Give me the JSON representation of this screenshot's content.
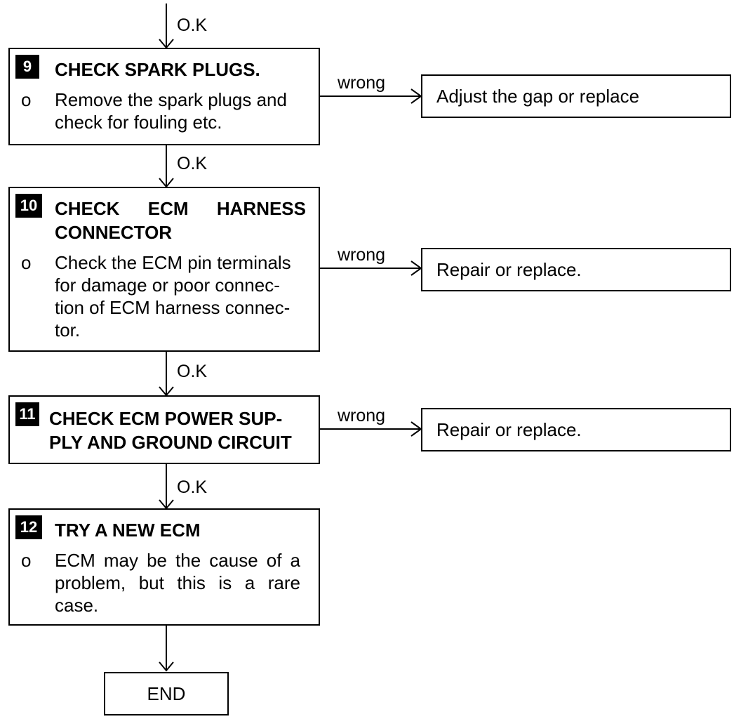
{
  "labels": {
    "ok": "O.K",
    "wrong": "wrong"
  },
  "steps": [
    {
      "number": "9",
      "title": "CHECK SPARK PLUGS.",
      "bullet": "o",
      "body": [
        "Remove the spark plugs and",
        "check for fouling etc."
      ],
      "wrong_action": "Adjust the gap or replace"
    },
    {
      "number": "10",
      "title": [
        "CHECK ECM HARNESS",
        "CONNECTOR"
      ],
      "bullet": "o",
      "body": [
        "Check the ECM pin terminals",
        "for damage or poor connec-",
        "tion of ECM harness connec-",
        "tor."
      ],
      "wrong_action": "Repair or replace."
    },
    {
      "number": "11",
      "title": [
        "CHECK ECM POWER SUP-",
        "PLY AND GROUND CIRCUIT"
      ],
      "wrong_action": "Repair or replace."
    },
    {
      "number": "12",
      "title": "TRY A NEW ECM",
      "bullet": "o",
      "body": [
        "ECM may be the cause of a",
        "problem, but this is a rare",
        "case."
      ]
    }
  ],
  "end_label": "END"
}
